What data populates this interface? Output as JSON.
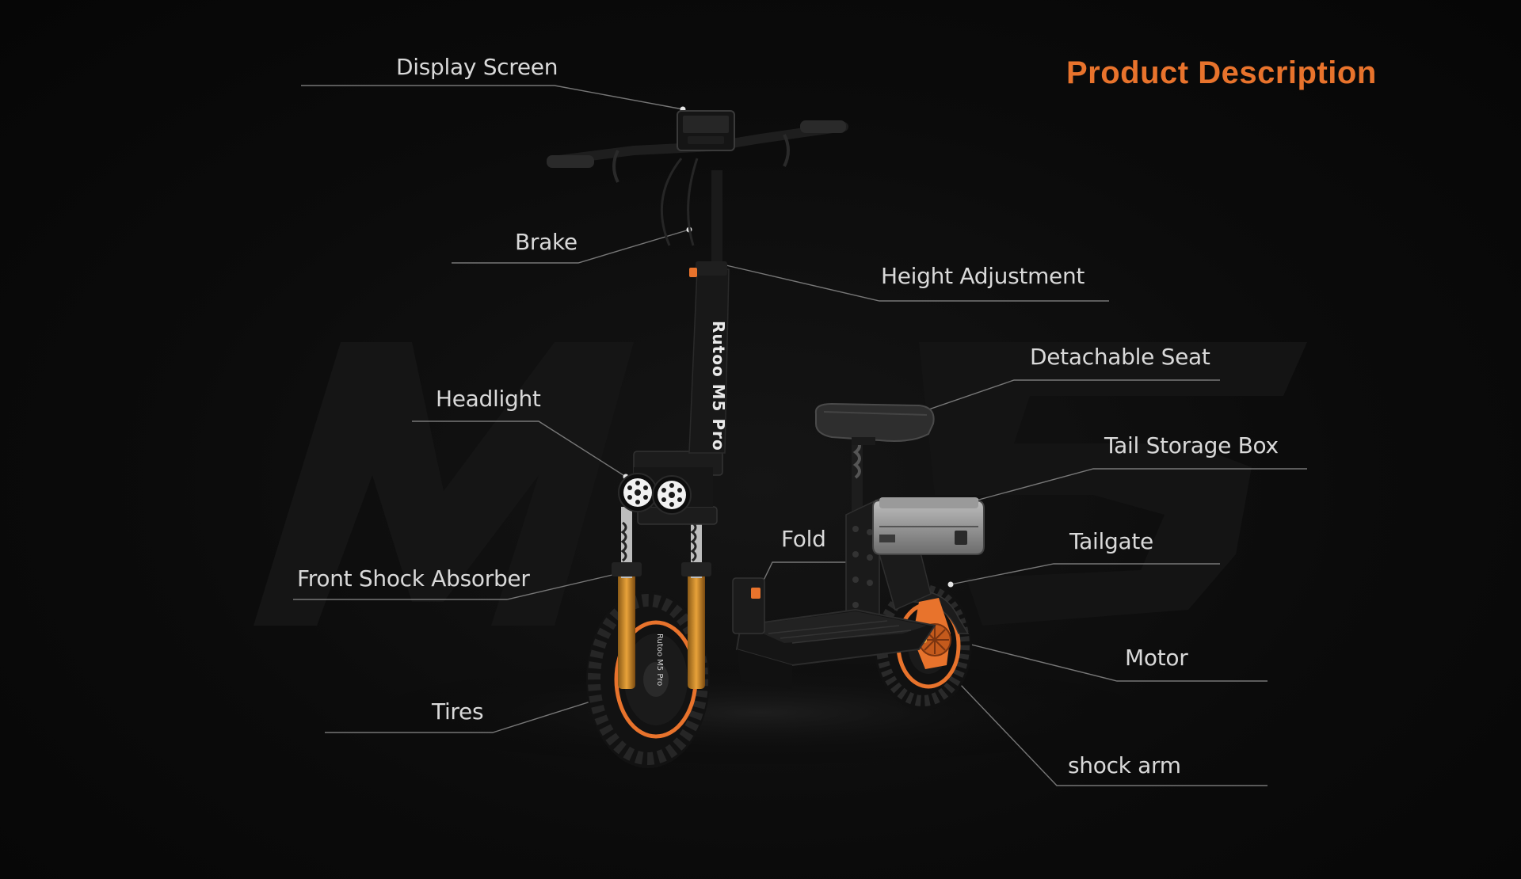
{
  "title": "Product Description",
  "brand_mark": "Rutoo M5 Pro",
  "watermark": "M5",
  "features": {
    "display_screen": "Display Screen",
    "brake": "Brake",
    "height_adjustment": "Height Adjustment",
    "detachable_seat": "Detachable Seat",
    "headlight": "Headlight",
    "tail_storage_box": "Tail Storage Box",
    "fold": "Fold",
    "front_shock_absorber": "Front Shock Absorber",
    "tailgate": "Tailgate",
    "motor": "Motor",
    "tires": "Tires",
    "shock_arm": "shock arm"
  },
  "colors": {
    "accent": "#e8732c",
    "label_text": "#d9d9d9",
    "leader_line": "#8a8a8a",
    "background": "#0a0a0a"
  }
}
